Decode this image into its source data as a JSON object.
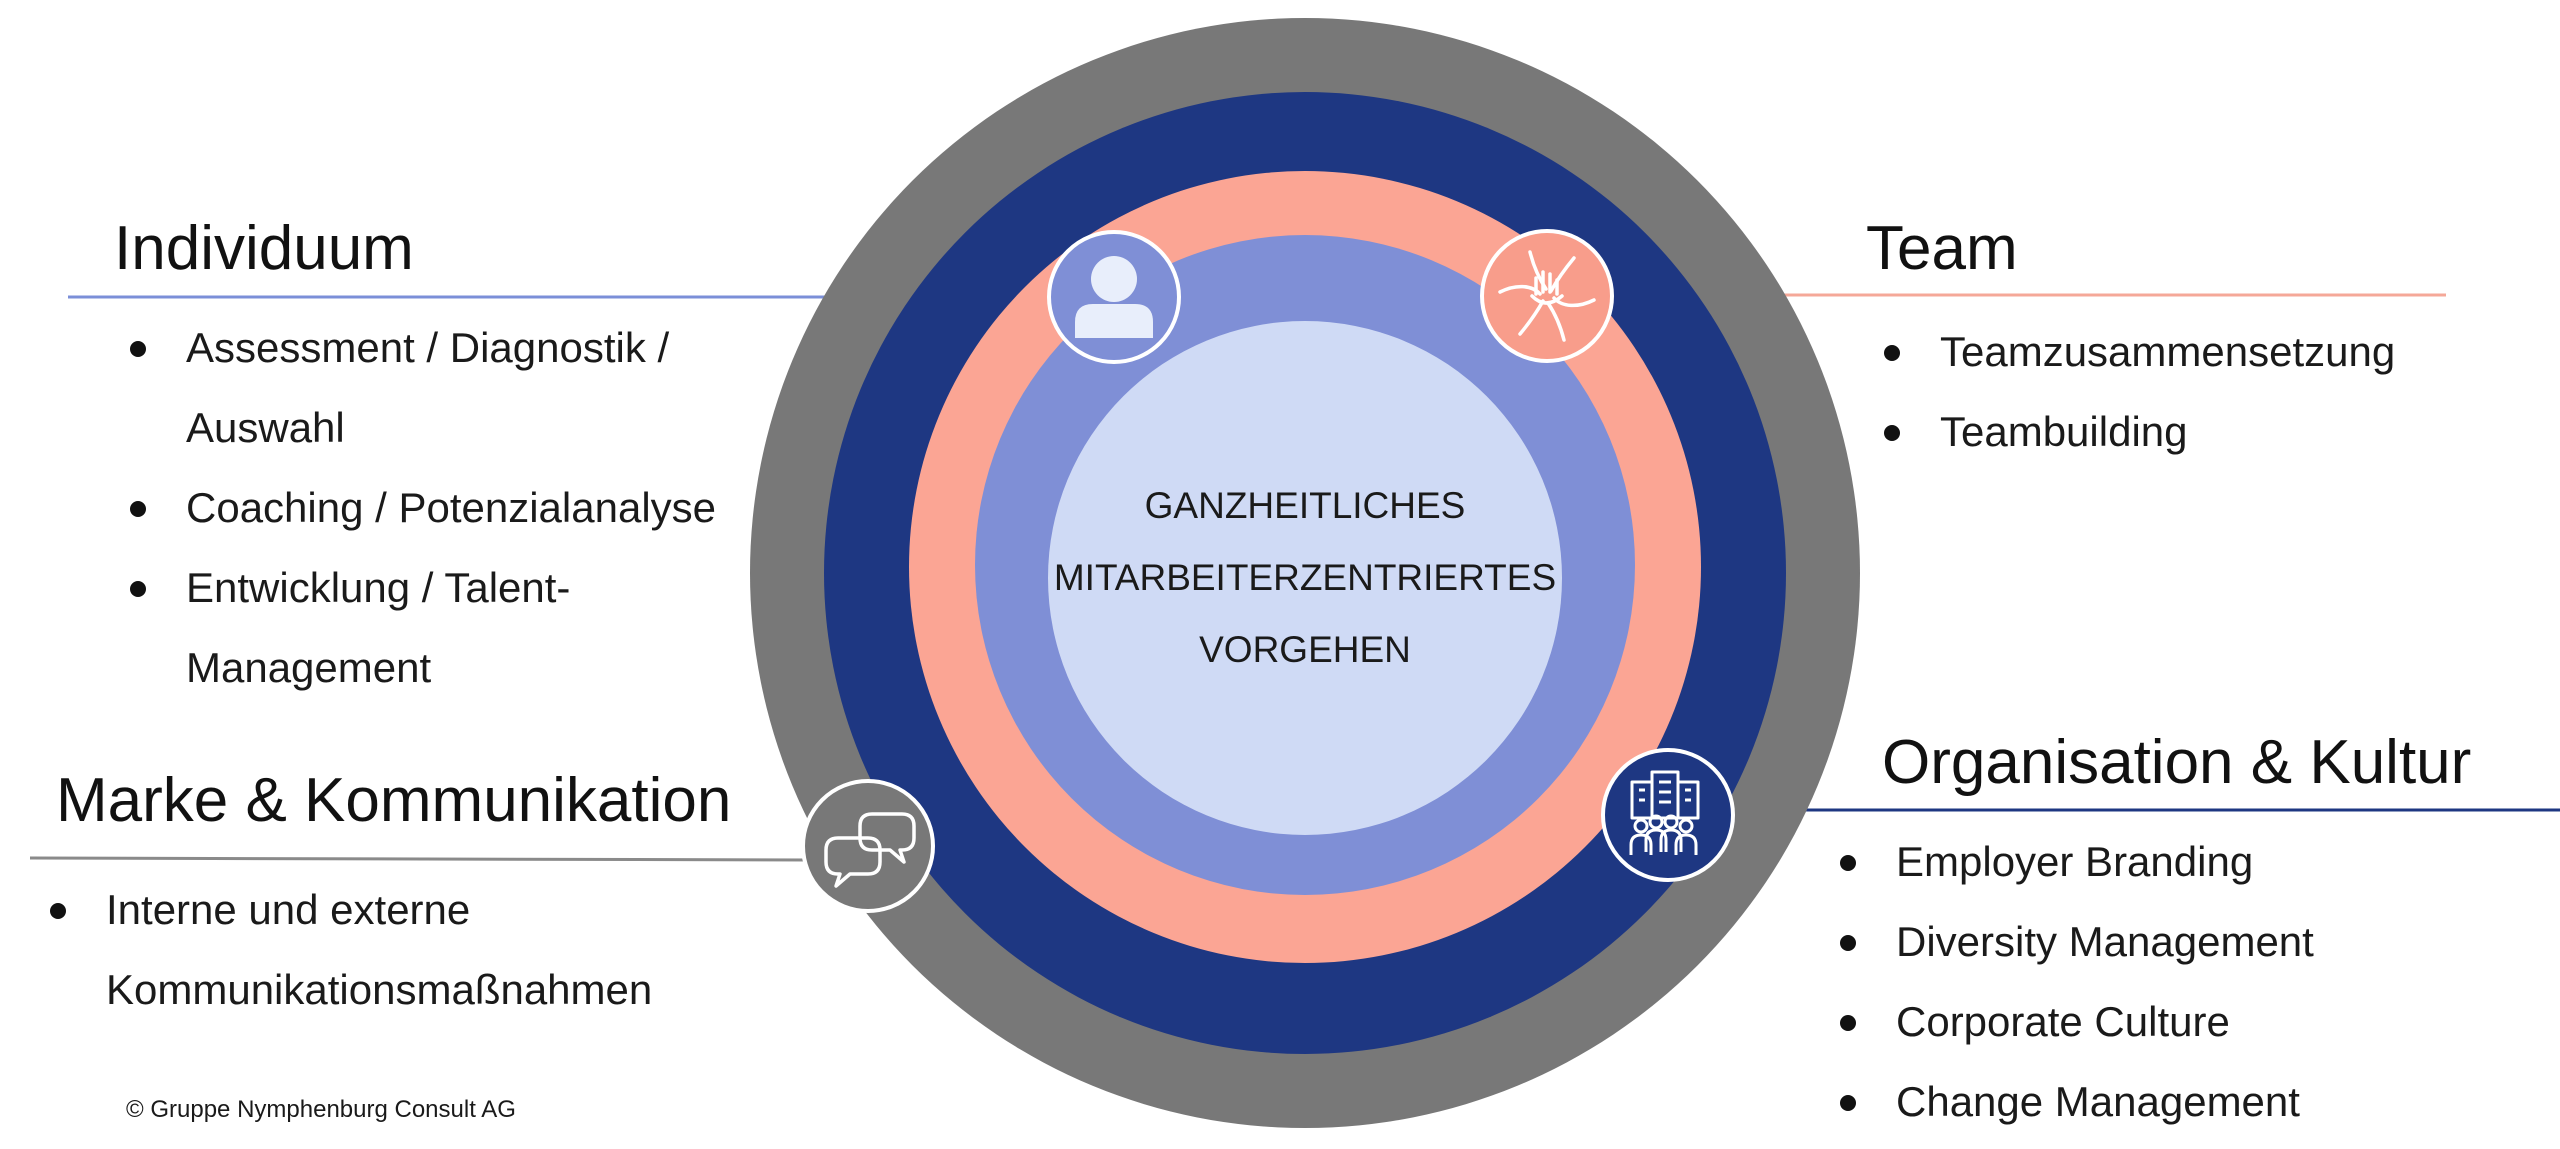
{
  "center": {
    "line1": "GANZHEITLICHES",
    "line2": "MITARBEITERZENTRIERTES",
    "line3": "VORGEHEN"
  },
  "sections": {
    "individuum": {
      "title": "Individuum",
      "items": [
        "Assessment / Diagnostik / Auswahl",
        "Coaching / Potenzialanalyse",
        "Entwicklung / Talent-Management"
      ]
    },
    "team": {
      "title": "Team",
      "items": [
        "Teamzusammensetzung",
        "Teambuilding"
      ]
    },
    "organisation": {
      "title": "Organisation & Kultur",
      "items": [
        "Employer Branding",
        "Diversity Management",
        "Corporate Culture",
        "Change Management"
      ]
    },
    "marke": {
      "title": "Marke & Kommunikation",
      "items": [
        "Interne und externe Kommunikationsmaßnahmen"
      ]
    }
  },
  "copyright": "© Gruppe Nymphenburg Consult AG",
  "colors": {
    "outer_ring": "#787878",
    "navy_ring": "#1e3782",
    "salmon_ring": "#fba594",
    "periwinkle_ring": "#7f8fd6",
    "center_disc": "#cfdaf5",
    "individuum_line": "#7b8fd8",
    "team_line": "#f5a898",
    "organisation_line": "#1e3782",
    "marke_line": "#8a8a8a"
  },
  "icons": {
    "individuum": "person-icon",
    "team": "team-hands-icon",
    "organisation": "organization-icon",
    "marke": "chat-bubbles-icon"
  }
}
